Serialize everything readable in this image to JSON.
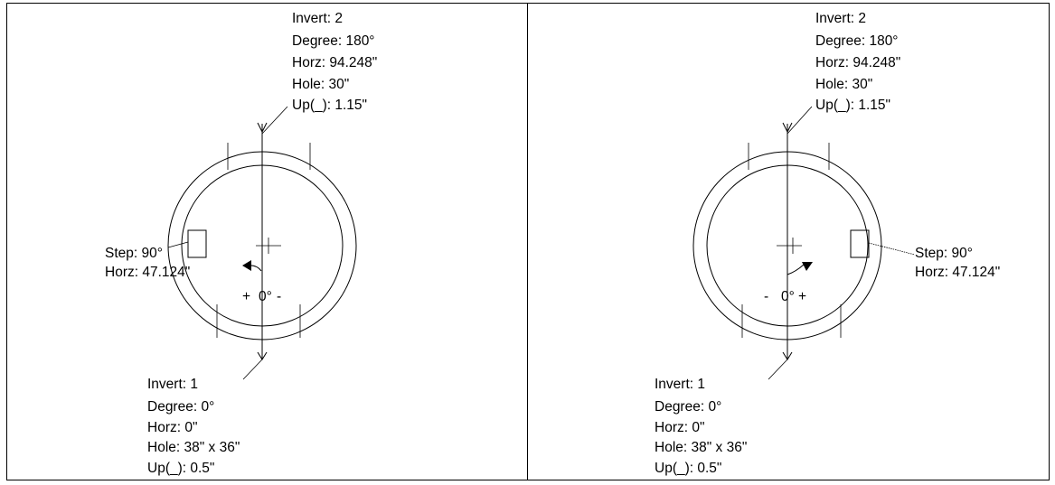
{
  "panels": [
    {
      "id": "left",
      "invert_top": [
        "Invert: 2",
        "Degree: 180°",
        "Horz: 94.248\"",
        "Hole: 30\"",
        "Up(_): 1.15\""
      ],
      "invert_bottom": [
        "Invert: 1",
        "Degree: 0°",
        "Horz: 0\"",
        "Hole: 38\" x 36\"",
        "Up(_): 0.5\""
      ],
      "step": [
        "Step: 90°",
        "Horz: 47.124\""
      ],
      "direction_left": "+",
      "zero_label": "0°",
      "direction_right": "-"
    },
    {
      "id": "right",
      "invert_top": [
        "Invert: 2",
        "Degree: 180°",
        "Horz: 94.248\"",
        "Hole: 30\"",
        "Up(_): 1.15\""
      ],
      "invert_bottom": [
        "Invert: 1",
        "Degree: 0°",
        "Horz: 0\"",
        "Hole: 38\" x 36\"",
        "Up(_): 0.5\""
      ],
      "step": [
        "Step: 90°",
        "Horz: 47.124\""
      ],
      "direction_left": "-",
      "zero_label": "0°",
      "direction_right": "+"
    }
  ],
  "colors": {
    "ink": "#000000",
    "background": "#ffffff"
  }
}
